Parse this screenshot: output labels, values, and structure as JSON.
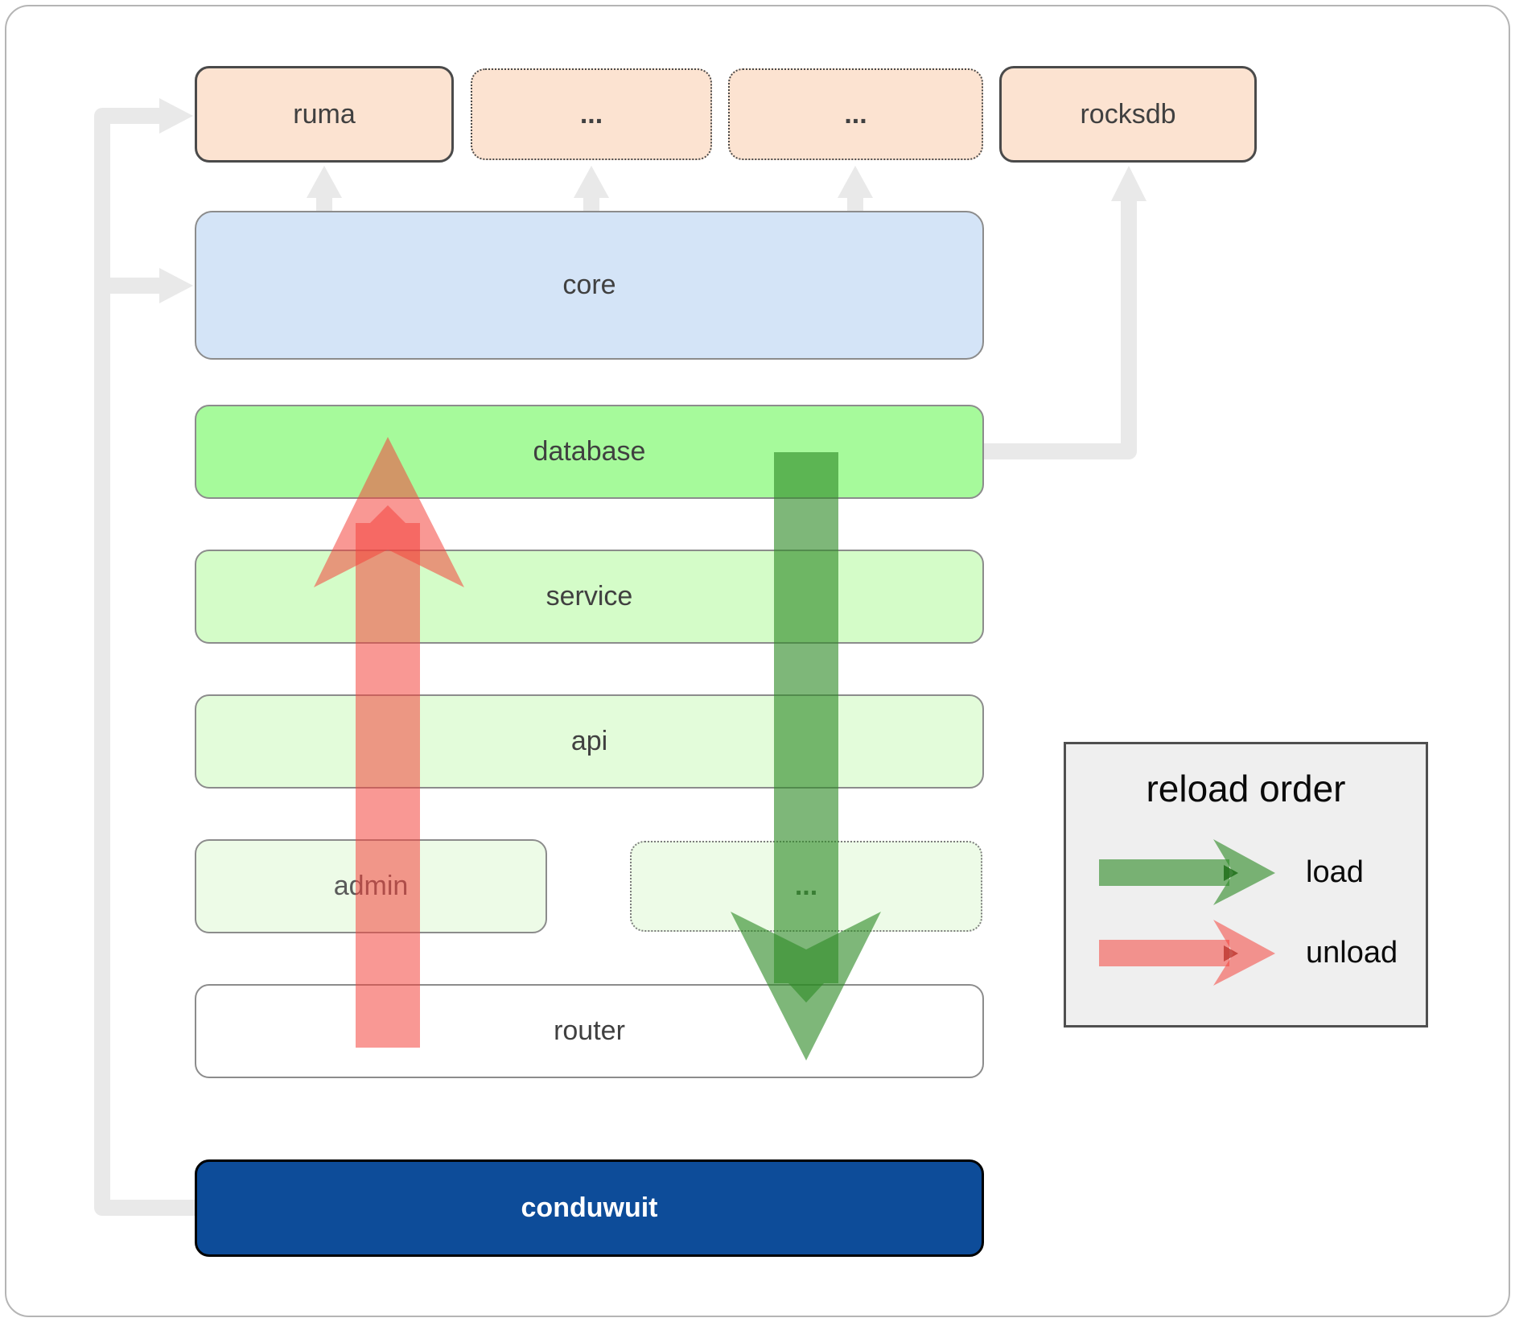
{
  "diagram": {
    "boxes": {
      "ruma": "ruma",
      "ellipsis_top_1": "...",
      "ellipsis_top_2": "...",
      "rocksdb": "rocksdb",
      "core": "core",
      "database": "database",
      "service": "service",
      "api": "api",
      "admin": "admin",
      "ellipsis_admin": "...",
      "router": "router",
      "conduwuit": "conduwuit"
    },
    "legend": {
      "title": "reload order",
      "load_label": "load",
      "unload_label": "unload"
    },
    "colors": {
      "load_arrow_green": "#2e8b27",
      "unload_arrow_red": "#f4433c",
      "connector_gray": "#e9e9e9",
      "peach_box": "#fce3d1",
      "core_blue": "#d4e4f7",
      "database_green": "#a6fa9b",
      "service_green": "#d4fcc8",
      "api_green": "#e3fcda",
      "admin_green": "#edfbe7",
      "conduwuit_blue": "#0d4c99",
      "legend_background": "#efefef"
    }
  }
}
